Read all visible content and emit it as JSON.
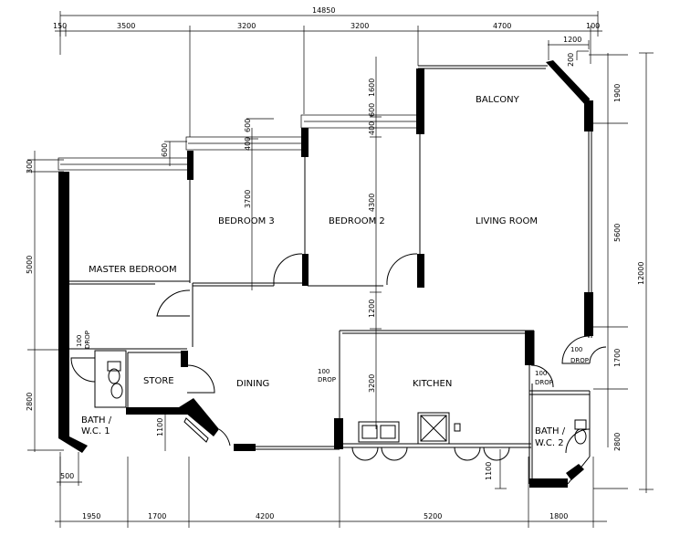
{
  "rooms": {
    "balcony": "BALCONY",
    "living_room": "LIVING ROOM",
    "bedroom_2": "BEDROOM 2",
    "bedroom_3": "BEDROOM 3",
    "master_bedroom": "MASTER BEDROOM",
    "store": "STORE",
    "dining": "DINING",
    "kitchen": "KITCHEN",
    "bath_wc_1_line1": "BATH /",
    "bath_wc_1_line2": "W.C. 1",
    "bath_wc_2_line1": "BATH /",
    "bath_wc_2_line2": "W.C. 2"
  },
  "drops": {
    "master_drop_a": "100",
    "master_drop_b": "DROP",
    "dining_drop_a": "100",
    "dining_drop_b": "DROP",
    "kitchen_drop_a": "100",
    "kitchen_drop_b": "DROP",
    "living_drop_a": "100",
    "living_drop_b": "DROP"
  },
  "dims_top": {
    "overall": "14850",
    "d150": "150",
    "d3500": "3500",
    "d3200a": "3200",
    "d3200b": "3200",
    "d4700": "4700",
    "d100": "100",
    "d1200": "1200",
    "d200": "200"
  },
  "dims_bottom": {
    "d1950": "1950",
    "d1700": "1700",
    "d4200": "4200",
    "d5200": "5200",
    "d1800": "1800",
    "d500": "500"
  },
  "dims_left": {
    "d300": "300",
    "d5000": "5000",
    "d2800": "2800"
  },
  "dims_right": {
    "d1900": "1900",
    "d5600": "5600",
    "d1700": "1700",
    "d2800": "2800",
    "d12000": "12000"
  },
  "dims_inner": {
    "b3_600": "600",
    "b3_400": "400",
    "b3_3700": "3700",
    "b2_600": "600",
    "b2_400": "400",
    "b2_4300": "4300",
    "balc_1600": "1600",
    "lr_1200": "1200",
    "k_3200": "3200",
    "mb_600": "600",
    "d1100_left": "1100",
    "d1100_right": "1100"
  }
}
